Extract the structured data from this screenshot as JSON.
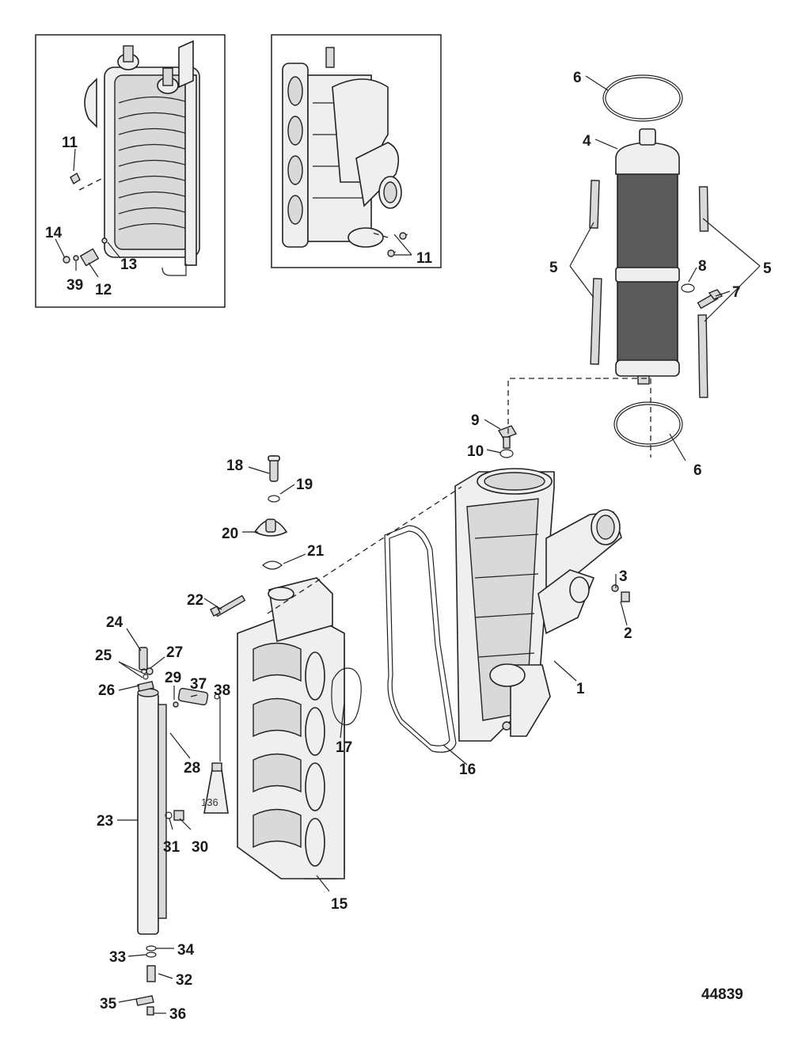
{
  "figure_number": "44839",
  "tube_label": "136",
  "callouts": {
    "c1": "1",
    "c2": "2",
    "c3": "3",
    "c4": "4",
    "c5a": "5",
    "c5b": "5",
    "c6a": "6",
    "c6b": "6",
    "c7": "7",
    "c8": "8",
    "c9": "9",
    "c10": "10",
    "c11a": "11",
    "c11b": "11",
    "c12": "12",
    "c13": "13",
    "c14": "14",
    "c15": "15",
    "c16": "16",
    "c17": "17",
    "c18": "18",
    "c19": "19",
    "c20": "20",
    "c21": "21",
    "c22": "22",
    "c23": "23",
    "c24": "24",
    "c25": "25",
    "c26": "26",
    "c27": "27",
    "c28": "28",
    "c29": "29",
    "c30": "30",
    "c31": "31",
    "c32": "32",
    "c33": "33",
    "c34": "34",
    "c35": "35",
    "c36": "36",
    "c37": "37",
    "c38": "38",
    "c39": "39"
  }
}
